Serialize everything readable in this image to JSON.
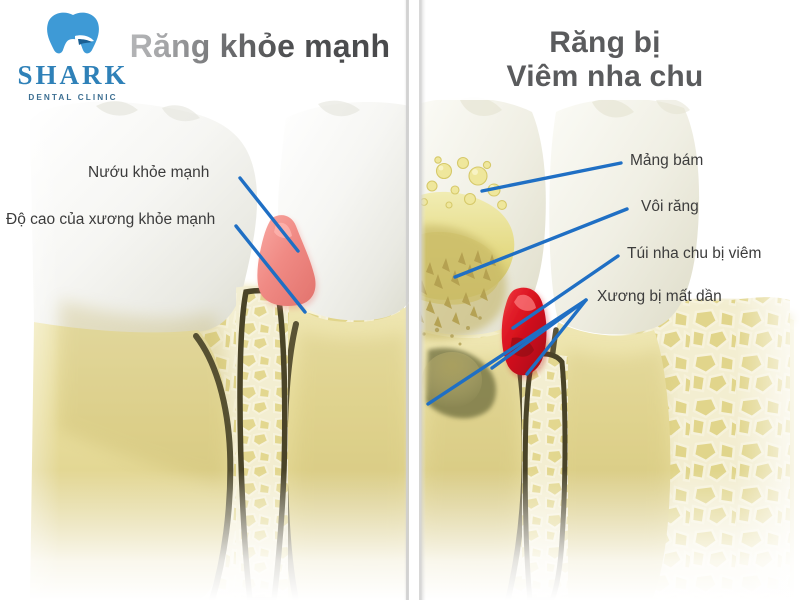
{
  "brand": {
    "name": "SHARK",
    "tagline": "DENTAL CLINIC",
    "logo_icon": "tooth-icon",
    "color": "#2f81b8"
  },
  "titles": {
    "left": "Răng khỏe mạnh",
    "right_line1": "Răng bị",
    "right_line2": "Viêm nha chu",
    "color": "#58595b"
  },
  "labels": {
    "healthy_gum": "Nướu khỏe mạnh",
    "healthy_bone_height": "Độ cao của xương khỏe mạnh",
    "plaque": "Mảng bám",
    "tartar": "Vôi răng",
    "inflamed_pocket": "Túi nha chu bị viêm",
    "bone_loss": "Xương bị mất dần"
  },
  "colors": {
    "leader_line": "#1f6fc4",
    "healthy_gum": "#f2807e",
    "inflamed_red": "#d61220",
    "enamel": "#f4f4f2",
    "dentin": "#e7dfa8",
    "bone": "#efe9bd",
    "bone_outline": "#4a4428",
    "plaque_yellow": "#e4dc8e",
    "tartar_tan": "#b8a95b",
    "background": "#ffffff"
  }
}
